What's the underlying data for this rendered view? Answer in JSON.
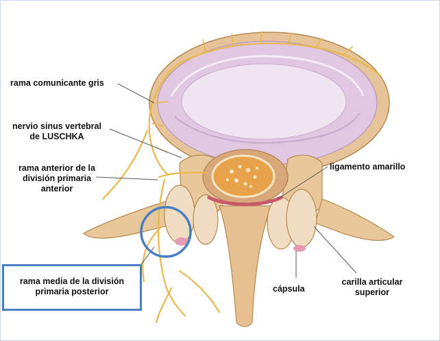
{
  "labels": {
    "rama_comunicante": "rama comunicante gris",
    "nervio_line1": "nervio sinus vertebral",
    "nervio_line2": "de LUSCHKA",
    "rama_anterior_line1": "rama anterior de la",
    "rama_anterior_line2": "división primaria",
    "rama_anterior_line3": "anterior",
    "ligamento": "ligamento amarillo",
    "capsula": "cápsula",
    "carilla_line1": "carilla articular",
    "carilla_line2": "superior",
    "rama_media_line1": "rama media de la división",
    "rama_media_line2": "primaria posterior"
  },
  "colors": {
    "bone": "#e8c89a",
    "disc": "#e2cce4",
    "nerve": "#e8b84a",
    "highlight": "#4a7ec2"
  }
}
